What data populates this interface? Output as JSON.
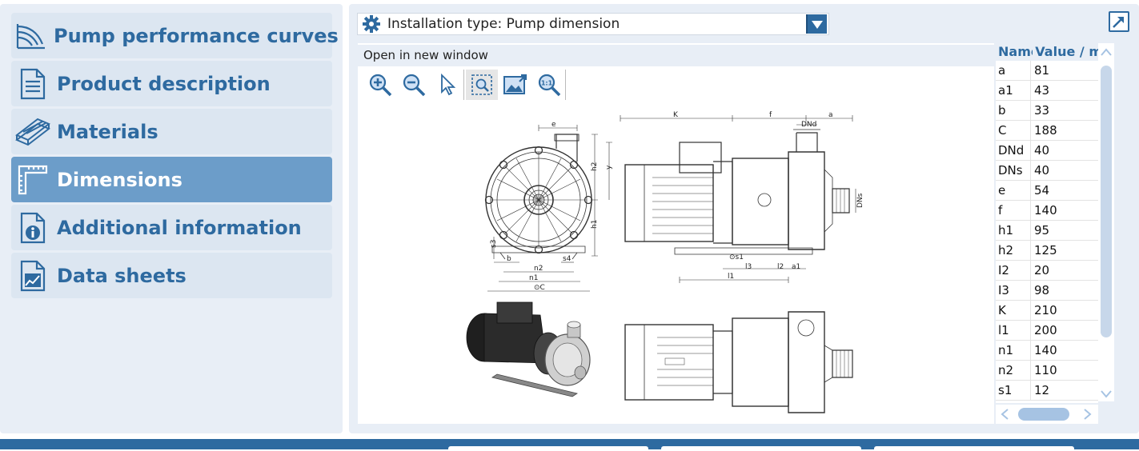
{
  "nav": {
    "items": [
      {
        "label": "Pump performance curves",
        "icon": "curves-icon",
        "active": false
      },
      {
        "label": "Product description",
        "icon": "document-icon",
        "active": false
      },
      {
        "label": "Materials",
        "icon": "materials-icon",
        "active": false
      },
      {
        "label": "Dimensions",
        "icon": "ruler-icon",
        "active": true
      },
      {
        "label": "Additional information",
        "icon": "info-icon",
        "active": false
      },
      {
        "label": "Data sheets",
        "icon": "datasheet-icon",
        "active": false
      }
    ]
  },
  "installation": {
    "label": "Installation type: Pump dimension"
  },
  "drawing": {
    "open_new_window": "Open in new window",
    "labels": {
      "e": "e",
      "h2": "h2",
      "y": "y",
      "h1": "h1",
      "s3": "s3",
      "b": "b",
      "n2": "n2",
      "s4": "s4",
      "n1": "n1",
      "C": "⊙C",
      "K": "K",
      "f": "f",
      "a": "a",
      "DNd": "DNd",
      "DNs": "DNs",
      "s1": "⊙s1",
      "l3": "l3",
      "l2": "l2",
      "a1": "a1",
      "l1": "l1"
    }
  },
  "table": {
    "headers": {
      "name": "Name",
      "value": "Value / mm"
    },
    "rows": [
      {
        "name": "a",
        "value": "81"
      },
      {
        "name": "a1",
        "value": "43"
      },
      {
        "name": "b",
        "value": "33"
      },
      {
        "name": "C",
        "value": "188"
      },
      {
        "name": "DNd",
        "value": "40"
      },
      {
        "name": "DNs",
        "value": "40"
      },
      {
        "name": "e",
        "value": "54"
      },
      {
        "name": "f",
        "value": "140"
      },
      {
        "name": "h1",
        "value": "95"
      },
      {
        "name": "h2",
        "value": "125"
      },
      {
        "name": "I2",
        "value": "20"
      },
      {
        "name": "I3",
        "value": "98"
      },
      {
        "name": "K",
        "value": "210"
      },
      {
        "name": "l1",
        "value": "200"
      },
      {
        "name": "n1",
        "value": "140"
      },
      {
        "name": "n2",
        "value": "110"
      },
      {
        "name": "s1",
        "value": "12"
      }
    ]
  },
  "colors": {
    "accent": "#2e6aa0",
    "active": "#6c9dc9",
    "panel": "#e8eef6"
  }
}
